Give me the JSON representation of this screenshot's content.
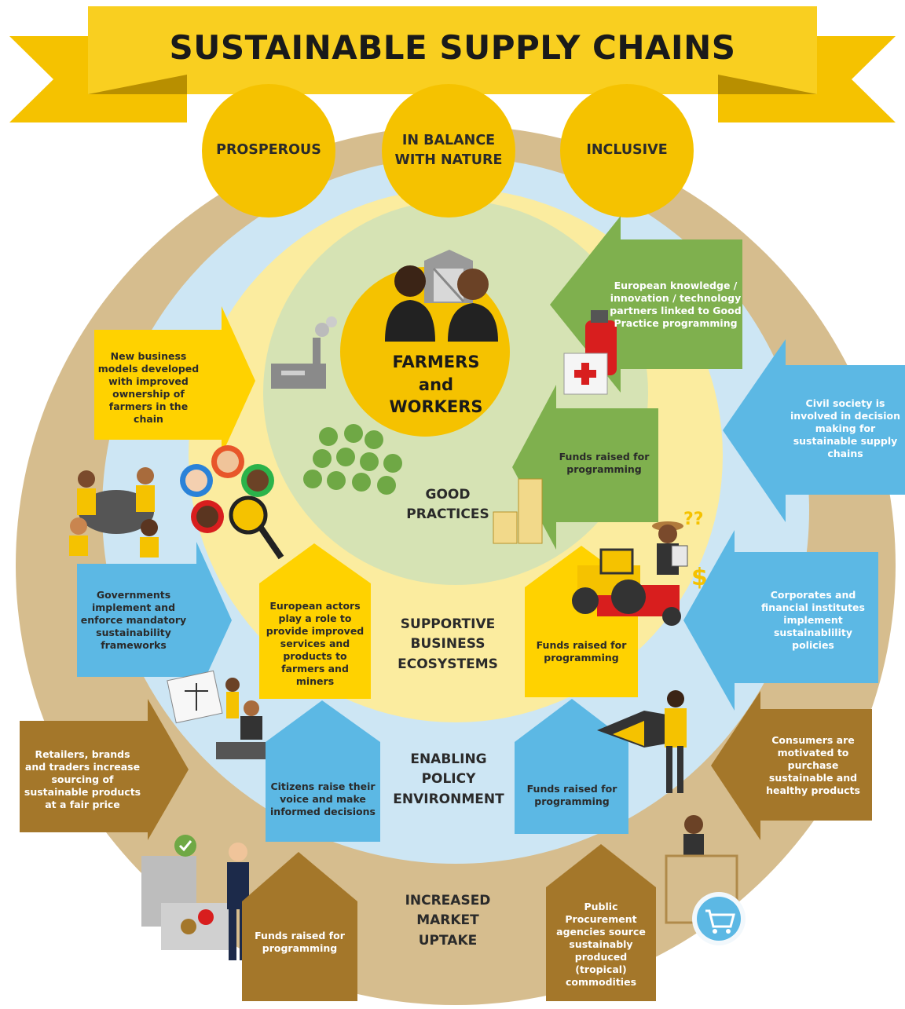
{
  "title": "SUSTAINABLE SUPPLY CHAINS",
  "pillars": [
    "PROSPEROUS",
    "IN BALANCE WITH NATURE",
    "INCLUSIVE"
  ],
  "center": "FARMERS and WORKERS",
  "rings": {
    "good_practices": "GOOD PRACTICES",
    "business": "SUPPORTIVE BUSINESS ECOSYSTEMS",
    "policy": "ENABLING POLICY ENVIRONMENT",
    "market": "INCREASED MARKET UPTAKE"
  },
  "boxes": {
    "knowledge_partners": "European knowledge / innovation / technology partners linked to Good Practice programming",
    "new_business_models": "New business models developed with improved ownership of farmers in the chain",
    "civil_society": "Civil society is involved in decision making for sustainable supply chains",
    "funds_good_practices": "Funds raised for programming",
    "governments": "Governments implement and enforce mandatory sustainability frameworks",
    "european_actors": "European actors play a role to provide improved services and products to farmers and miners",
    "funds_business": "Funds raised for programming",
    "corporates": "Corporates and financial institutes implement sustainablility policies",
    "retailers": "Retailers, brands and traders increase sourcing of sustainable products at a fair price",
    "citizens": "Citizens raise their voice and make informed decisions",
    "funds_policy": "Funds raised for programming",
    "consumers": "Consumers are motivated to purchase sustainable and healthy products",
    "funds_market": "Funds raised for programming",
    "public_procurement": "Public Procurement agencies source sustainably produced (tropical) commodities"
  },
  "colors": {
    "gold": "#f5c200",
    "tan": "#d6bd8e",
    "light_blue": "#cde6f4",
    "light_yellow": "#fbec9f",
    "light_green": "#d6e3b4",
    "green_box": "#7fb04e",
    "blue_box": "#5cb8e4",
    "yellow_box": "#ffd200",
    "brown_box": "#a4772a"
  },
  "icons": [
    "factory-icon",
    "barn-icon",
    "fire-extinguisher-icon",
    "first-aid-kit-icon",
    "trees-icon",
    "coin-stack-icon",
    "team-meeting-icon",
    "diverse-faces-icon",
    "magnifier-icon",
    "tractor-icon",
    "farmer-with-tablet-icon",
    "dollar-icon",
    "scales-of-justice-icon",
    "legislator-icon",
    "megaphone-icon",
    "woman-speaker-icon",
    "roaster-machine-icon",
    "certification-seal-icon",
    "businessman-icon",
    "shopper-icon",
    "shopping-cart-icon"
  ]
}
